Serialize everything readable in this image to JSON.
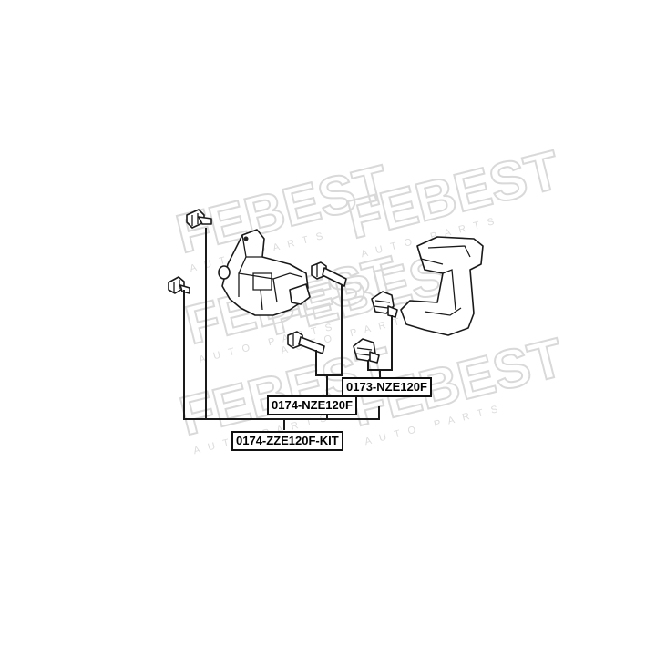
{
  "watermark": {
    "brand": "FEBEST",
    "tagline": "AUTO PARTS"
  },
  "labels": {
    "caliper_guide_pin_kit": "0174-NZE120F",
    "caliper_guide_bushing": "0173-NZE120F",
    "full_kit": "0174-ZZE120F-KIT"
  }
}
